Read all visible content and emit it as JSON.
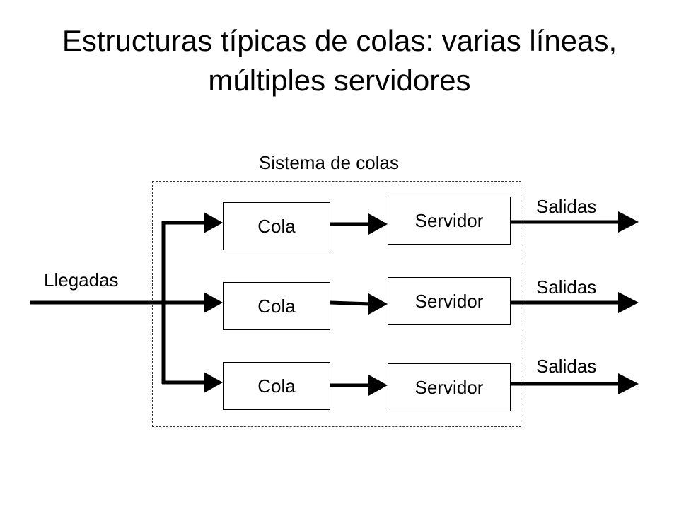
{
  "title_line1": "Estructuras típicas de colas: varias líneas,",
  "title_line2": "múltiples servidores",
  "system_label": "Sistema de colas",
  "arrivals_label": "Llegadas",
  "queues": [
    "Cola",
    "Cola",
    "Cola"
  ],
  "servers": [
    "Servidor",
    "Servidor",
    "Servidor"
  ],
  "outputs": [
    "Salidas",
    "Salidas",
    "Salidas"
  ]
}
